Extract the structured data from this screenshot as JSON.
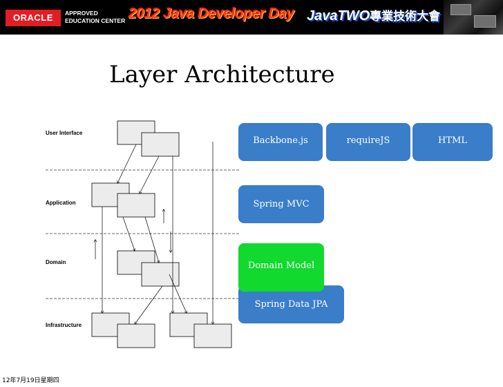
{
  "banner": {
    "oracle_logo_text": "ORACLE",
    "approved_line1": "APPROVED",
    "approved_line2": "EDUCATION CENTER",
    "event_title": "2012 Java Developer Day",
    "event_sub_brand": "JavaTWO",
    "event_sub_cn": "專業技術大會",
    "colors": {
      "background": "#000000",
      "oracle_red": "#e21d24",
      "event_red": "#ff3b1f"
    }
  },
  "slide": {
    "title": "Layer Architecture"
  },
  "diagram": {
    "layers": [
      {
        "label": "User Interface"
      },
      {
        "label": "Application"
      },
      {
        "label": "Domain"
      },
      {
        "label": "Infrastructure"
      }
    ]
  },
  "tech_boxes": {
    "backbone": "Backbone.js",
    "requirejs": "requireJS",
    "html": "HTML",
    "spring_mvc": "Spring MVC",
    "domain_model": "Domain Model",
    "spring_data_jpa": "Spring Data JPA",
    "colors": {
      "blue": "#3a7dc9",
      "green": "#11d92d"
    }
  },
  "footer": {
    "date": "12年7月19日星期四"
  }
}
